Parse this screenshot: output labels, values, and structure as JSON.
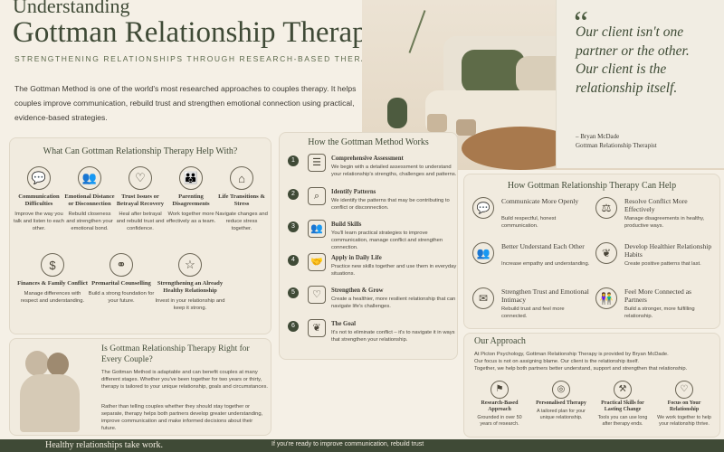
{
  "header": {
    "title_pre": "Understanding",
    "title_main": "Gottman Relationship Therapy",
    "subtitle": "STRENGTHENING RELATIONSHIPS THROUGH RESEARCH-BASED THERAPY",
    "intro": "The Gottman Method is one of the world's most researched approaches to couples therapy. It helps couples improve communication, rebuild trust and strengthen emotional connection using practical, evidence-based strategies."
  },
  "quote": {
    "mark": "“",
    "text": "Our client isn't one partner or the other. Our client is the relationship itself.",
    "author": "– Bryan McDade",
    "role": "Gottman Relationship Therapist"
  },
  "help_with": {
    "heading": "What Can Gottman Relationship Therapy Help With?",
    "items": [
      {
        "icon": "chat-bubbles-icon",
        "glyph": "💬",
        "title": "Communication Difficulties",
        "desc": "Improve the way you talk and listen to each other."
      },
      {
        "icon": "couple-icon",
        "glyph": "👥",
        "title": "Emotional Distance or Disconnection",
        "desc": "Rebuild closeness and strengthen your emotional bond."
      },
      {
        "icon": "broken-heart-icon",
        "glyph": "♡",
        "title": "Trust Issues or Betrayal Recovery",
        "desc": "Heal after betrayal and rebuild trust and confidence."
      },
      {
        "icon": "parents-icon",
        "glyph": "👪",
        "title": "Parenting Disagreements",
        "desc": "Work together more effectively as a team."
      },
      {
        "icon": "house-icon",
        "glyph": "⌂",
        "title": "Life Transitions & Stress",
        "desc": "Navigate changes and reduce stress together."
      },
      {
        "icon": "dollar-icon",
        "glyph": "$",
        "title": "Finances & Family Conflict",
        "desc": "Manage differences with respect and understanding."
      },
      {
        "icon": "rings-icon",
        "glyph": "⚭",
        "title": "Premarital Counselling",
        "desc": "Build a strong foundation for your future."
      },
      {
        "icon": "star-icon",
        "glyph": "☆",
        "title": "Strengthening an Already Healthy Relationship",
        "desc": "Invest in your relationship and keep it strong."
      }
    ]
  },
  "method": {
    "heading": "How the Gottman Method Works",
    "steps": [
      {
        "num": "1",
        "icon": "clipboard-icon",
        "glyph": "☰",
        "title": "Comprehensive Assessment",
        "desc": "We begin with a detailed assessment to understand your relationship's strengths, challenges and patterns."
      },
      {
        "num": "2",
        "icon": "magnifier-icon",
        "glyph": "⌕",
        "title": "Identify Patterns",
        "desc": "We identify the patterns that may be contributing to conflict or disconnection."
      },
      {
        "num": "3",
        "icon": "people-icon",
        "glyph": "👥",
        "title": "Build Skills",
        "desc": "You'll learn practical strategies to improve communication, manage conflict and strengthen connection."
      },
      {
        "num": "4",
        "icon": "handshake-icon",
        "glyph": "🤝",
        "title": "Apply in Daily Life",
        "desc": "Practice new skills together and use them in everyday situations."
      },
      {
        "num": "5",
        "icon": "heart-icon",
        "glyph": "♡",
        "title": "Strengthen & Grow",
        "desc": "Create a healthier, more resilient relationship that can navigate life's challenges."
      },
      {
        "num": "6",
        "icon": "sprout-icon",
        "glyph": "❦",
        "title": "The Goal",
        "desc": "It's not to eliminate conflict – it's to navigate it in ways that strengthen your relationship."
      }
    ]
  },
  "can_help": {
    "heading": "How Gottman Relationship Therapy Can Help",
    "items": [
      {
        "icon": "speech-icon",
        "glyph": "💬",
        "title": "Communicate More Openly",
        "desc": "Build respectful, honest communication."
      },
      {
        "icon": "scales-icon",
        "glyph": "⚖",
        "title": "Resolve Conflict More Effectively",
        "desc": "Manage disagreements in healthy, productive ways."
      },
      {
        "icon": "understanding-icon",
        "glyph": "👥",
        "title": "Better Understand Each Other",
        "desc": "Increase empathy and understanding."
      },
      {
        "icon": "leaf-icon",
        "glyph": "❦",
        "title": "Develop Healthier Relationship Habits",
        "desc": "Create positive patterns that last."
      },
      {
        "icon": "intimacy-icon",
        "glyph": "✉",
        "title": "Strengthen Trust and Emotional Intimacy",
        "desc": "Rebuild trust and feel more connected."
      },
      {
        "icon": "partners-icon",
        "glyph": "👫",
        "title": "Feel More Connected as Partners",
        "desc": "Build a stronger, more fulfilling relationship."
      }
    ]
  },
  "right_for": {
    "heading": "Is Gottman Relationship Therapy Right for Every Couple?",
    "p1": "The Gottman Method is adaptable and can benefit couples at many different stages. Whether you've been together for two years or thirty, therapy is tailored to your unique relationship, goals and circumstances.",
    "p2": "Rather than telling couples whether they should stay together or separate, therapy helps both partners develop greater understanding, improve communication and make informed decisions about their future."
  },
  "approach": {
    "heading": "Our Approach",
    "p1": "At Picton Psychology, Gottman Relationship Therapy is provided by Bryan McDade.",
    "p2": "Our focus is not on assigning blame. Our client is the relationship itself.",
    "p3": "Together, we help both partners better understand, support and strengthen that relationship.",
    "items": [
      {
        "icon": "research-icon",
        "glyph": "⚑",
        "title": "Research-Based Approach",
        "desc": "Grounded in over 50 years of research."
      },
      {
        "icon": "target-icon",
        "glyph": "◎",
        "title": "Personalised Therapy",
        "desc": "A tailored plan for your unique relationship."
      },
      {
        "icon": "tools-icon",
        "glyph": "⚒",
        "title": "Practical Skills for Lasting Change",
        "desc": "Tools you can use long after therapy ends."
      },
      {
        "icon": "hands-heart-icon",
        "glyph": "♡",
        "title": "Focus on Your Relationship",
        "desc": "We work together to help your relationship thrive."
      }
    ]
  },
  "footer": {
    "left": "Healthy relationships take work.",
    "right": "If you're ready to improve communication, rebuild trust"
  },
  "colors": {
    "accent": "#3f4a36",
    "background": "#f5f0e6",
    "panel": "#f1ebdf"
  }
}
